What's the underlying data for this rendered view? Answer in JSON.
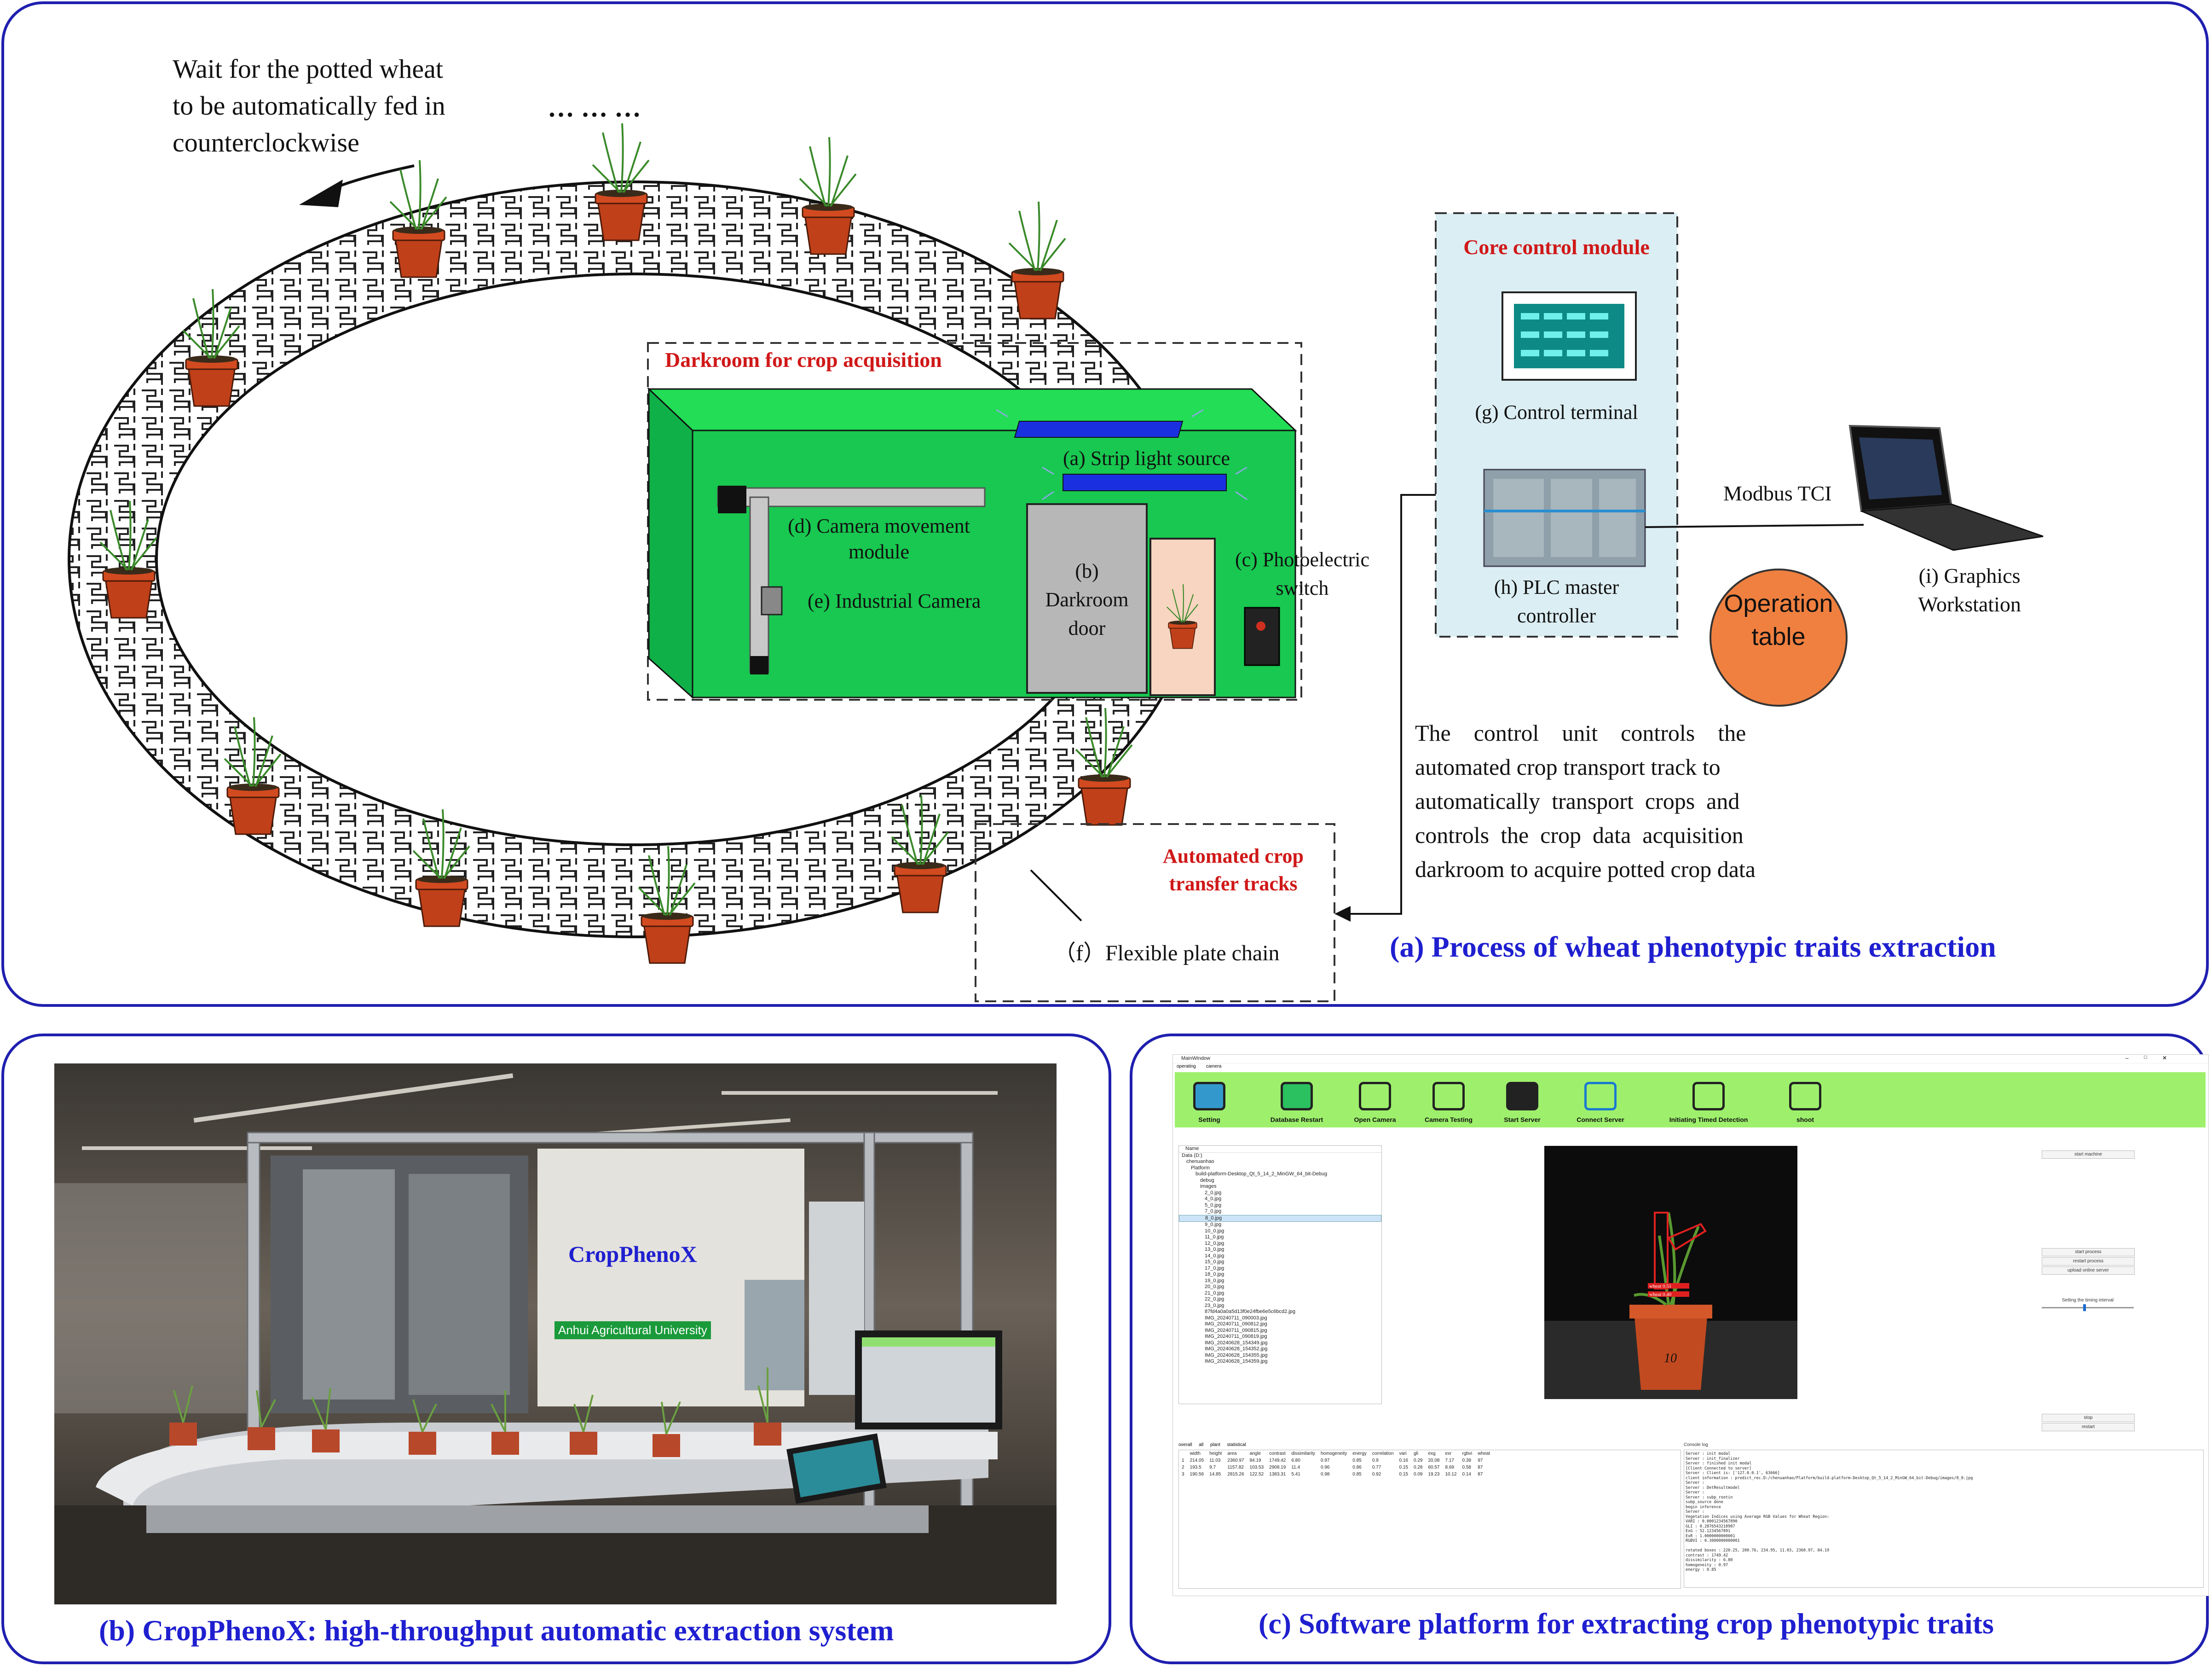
{
  "panel_a": {
    "caption": "(a) Process of wheat phenotypic traits extraction",
    "feed_note": [
      "Wait for the potted wheat",
      "to be automatically fed in",
      "counterclockwise"
    ],
    "ellipsis": "… … …",
    "darkroom_title": "Darkroom for crop acquisition",
    "strip_light": "(a) Strip light source",
    "darkroom_door": [
      "(b)",
      "Darkroom",
      "door"
    ],
    "photoelectric": [
      "(c) Photoelectric",
      "switch"
    ],
    "camera_module": [
      "(d) Camera movement",
      "module"
    ],
    "industrial_camera": "(e) Industrial Camera",
    "flexible_chain": "（f）Flexible plate chain",
    "tracks_title": [
      "Automated crop",
      "transfer tracks"
    ],
    "core_title": "Core control module",
    "control_terminal": "(g) Control terminal",
    "plc": [
      "(h) PLC master",
      "controller"
    ],
    "modbus": "Modbus TCI",
    "workstation": [
      "(i) Graphics",
      "Workstation"
    ],
    "operation_table": [
      "Operation",
      "table"
    ],
    "description": [
      "The    control    unit    controls    the",
      "automated crop transport track to",
      "automatically  transport  crops  and",
      "controls  the  crop  data  acquisition",
      "darkroom to acquire potted crop data"
    ]
  },
  "panel_b": {
    "caption": "(b) CropPhenoX: high-throughput automatic extraction system",
    "brand": "CropPhenoX",
    "university": "Anhui Agricultural University"
  },
  "panel_c": {
    "caption": "(c) Software platform for extracting crop phenotypic traits",
    "window_title": "MainWindow",
    "menu": [
      "operating",
      "camera"
    ],
    "toolbar": [
      "Setting",
      "Database Restart",
      "Open Camera",
      "Camera Testing",
      "Start Server",
      "Connect Server",
      "Initiating Timed Detection",
      "shoot"
    ],
    "tree_header": "Name",
    "tree": [
      "Data (D:)",
      "chenuanhao",
      "Platform",
      "build-platform-Desktop_Qt_5_14_2_MinGW_64_bit-Debug",
      "debug",
      "images",
      "2_0.jpg",
      "4_0.jpg",
      "5_0.jpg",
      "7_0.jpg",
      "8_0.jpg",
      "9_0.jpg",
      "10_0.jpg",
      "11_0.jpg",
      "12_0.jpg",
      "13_0.jpg",
      "14_0.jpg",
      "15_0.jpg",
      "17_0.jpg",
      "18_0.jpg",
      "19_0.jpg",
      "20_0.jpg",
      "21_0.jpg",
      "22_0.jpg",
      "23_0.jpg",
      "87fd4a0a0a5d13f0e24fbe6e5c6bcd2.jpg",
      "IMG_20240711_090003.jpg",
      "IMG_20240711_090812.jpg",
      "IMG_20240711_090815.jpg",
      "IMG_20240711_090819.jpg",
      "IMG_20240628_154349.jpg",
      "IMG_20240628_154352.jpg",
      "IMG_20240628_154355.jpg",
      "IMG_20240628_154359.jpg"
    ],
    "detections": [
      "wheat 0.51",
      "wheat 0.40"
    ],
    "pot_label": "10",
    "right_buttons": [
      "start machine",
      "start process",
      "restart process",
      "upload online server"
    ],
    "timing_label": "Setting the timing interval",
    "stop_buttons": [
      "stop",
      "restart"
    ],
    "result_tabs": [
      "overall",
      "all",
      "plant",
      "statistical"
    ],
    "table_headers": [
      "",
      "width",
      "height",
      "area",
      "angle",
      "contrast",
      "dissimilarity",
      "homogeneity",
      "energy",
      "correlation",
      "vari",
      "gli",
      "exg",
      "exr",
      "rgbvi",
      "wheat"
    ],
    "table_rows": [
      [
        "1",
        "214.05",
        "11.03",
        "2360.97",
        "84.19",
        "1749.42",
        "6.80",
        "0.97",
        "0.85",
        "0.9",
        "0.16",
        "0.29",
        "20.08",
        "7.17",
        "0.39",
        "97"
      ],
      [
        "2",
        "193.5",
        "9.7",
        "1157.82",
        "103.53",
        "2908.19",
        "11.4",
        "0.96",
        "0.86",
        "0.77",
        "0.15",
        "0.28",
        "60.57",
        "8.69",
        "0.58",
        "87"
      ],
      [
        "3",
        "190.56",
        "14.85",
        "2815.26",
        "122.52",
        "1383.31",
        "5.41",
        "0.98",
        "0.85",
        "0.92",
        "0.15",
        "0.09",
        "19.23",
        "10.12",
        "0.14",
        "87"
      ]
    ],
    "console_title": "Console log",
    "console": [
      "Server : init modal",
      "Server : init_finalizer",
      "Server : finished init modal",
      "[Client Connected to server]",
      "Server : Client is: ['127.0.0.1', 63666]",
      "client information : predict_rec.D:/chenuanhao/Platform/build-platform-Desktop_Qt_5_14_2_MinGW_64_bit-Debug/images/8_0.jpg",
      "Server :",
      "Server : DetResultmodel",
      "Server :",
      "Server : subp_rootin",
      "subp_source done",
      "begin inference",
      "Server :",
      "Vegetation Indices using Average RGB Values for Wheat Region:",
      "VARI : 0.0001234567890",
      "GLI : 0.2876543210987",
      "ExG : 52.1234567891",
      "ExR : 1.0000000000001",
      "RGBVI : 0.3000000000001",
      "",
      "rotated boxes : 220.25, 200.76, 234.95, 11.03, 2360.97, 84.19",
      "contrast : 1749.42",
      "dissimilarity : 6.80",
      "homogeneity : 0.97",
      "energy : 0.85"
    ]
  }
}
